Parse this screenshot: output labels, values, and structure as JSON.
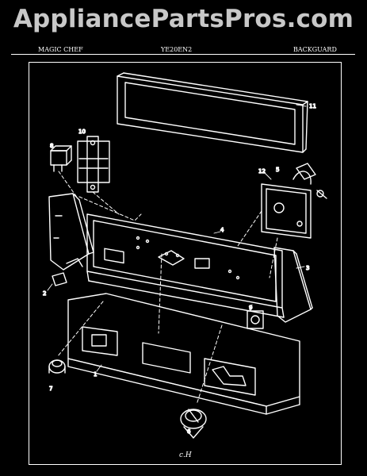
{
  "watermark": "AppliancePartsPros.com",
  "header": {
    "brand": "MAGIC CHEF",
    "model": "YE20EN2",
    "section": "BACKGUARD"
  },
  "callouts": {
    "c1": "1",
    "c2": "2",
    "c3": "3",
    "c4": "4",
    "c5": "5",
    "c6": "6",
    "c7": "7",
    "c8": "8",
    "c9": "9",
    "c10": "10",
    "c11": "11",
    "c12": "12"
  },
  "signature": "c.H",
  "colors": {
    "background": "#000000",
    "line": "#ffffff",
    "watermark": "#d9d9d9"
  }
}
